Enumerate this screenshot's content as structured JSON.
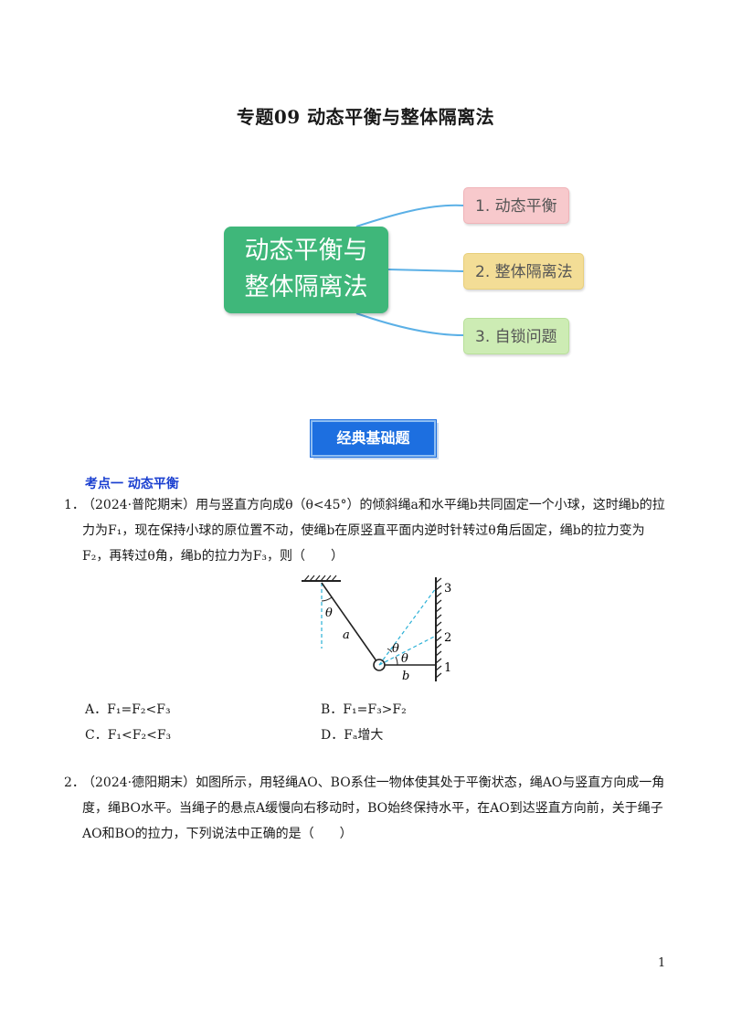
{
  "document": {
    "title": "专题09  动态平衡与整体隔离法",
    "page_number": "1"
  },
  "mindmap": {
    "center_line1": "动态平衡与",
    "center_line2": "整体隔离法",
    "nodes": [
      {
        "label": "1. 动态平衡",
        "color": "#f7c9cc"
      },
      {
        "label": "2. 整体隔离法",
        "color": "#f3dd96"
      },
      {
        "label": "3. 自锁问题",
        "color": "#cdecb4"
      }
    ],
    "center_color": "#3fb77a",
    "connector_color": "#5bb0e6"
  },
  "banner": {
    "label": "经典基础题",
    "color": "#1d6fe0"
  },
  "section": {
    "heading": "考点一  动态平衡"
  },
  "questions": [
    {
      "number": "1．",
      "text": "（2024·普陀期末）用与竖直方向成θ（θ<45°）的倾斜绳a和水平绳b共同固定一个小球，这时绳b的拉力为F₁，现在保持小球的原位置不动，使绳b在原竖直平面内逆时针转过θ角后固定，绳b的拉力变为F₂，再转过θ角，绳b的拉力为F₃，则（　　）",
      "figure_labels": {
        "theta_top": "θ",
        "rope_a": "a",
        "theta_1": "θ",
        "theta_2": "θ",
        "rope_b": "b",
        "point_1": "1",
        "point_2": "2",
        "point_3": "3"
      },
      "options": [
        {
          "key": "A．",
          "text": "F₁=F₂<F₃"
        },
        {
          "key": "B．",
          "text": "F₁=F₃>F₂"
        },
        {
          "key": "C．",
          "text": "F₁<F₂<F₃"
        },
        {
          "key": "D．",
          "text": "Fₐ增大"
        }
      ]
    },
    {
      "number": "2．",
      "text": "（2024·德阳期末）如图所示，用轻绳AO、BO系住一物体使其处于平衡状态，绳AO与竖直方向成一角度，绳BO水平。当绳子的悬点A缓慢向右移动时，BO始终保持水平，在AO到达竖直方向前，关于绳子AO和BO的拉力，下列说法中正确的是（　　）"
    }
  ]
}
